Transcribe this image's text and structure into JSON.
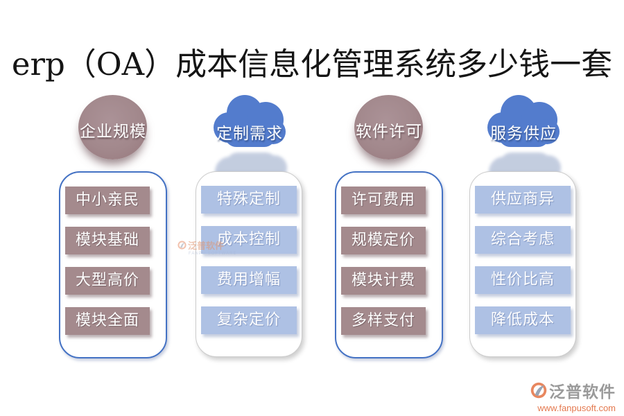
{
  "title": {
    "text": "erp（OA）成本信息化管理系统多少钱一套",
    "color": "#151515"
  },
  "colors": {
    "header_circle": "#a2888c",
    "cloud_blue": "#537ccd",
    "item_mauve": "#a48a8d",
    "item_light_blue": "#aec1e4",
    "panel_border_blue": "#4472c4",
    "panel_border_gray": "#cccccc",
    "watermark_orange": "#e0956f",
    "logo_gray": "#9a9a9a",
    "logo_orange": "#e4794f"
  },
  "columns": [
    {
      "header": {
        "label": "企业规模",
        "shape": "circle"
      },
      "panel_style": "blue-border",
      "items": [
        "中小亲民",
        "模块基础",
        "大型高价",
        "模块全面"
      ]
    },
    {
      "header": {
        "label": "定制需求",
        "shape": "cloud"
      },
      "panel_style": "gray-border",
      "items": [
        "特殊定制",
        "成本控制",
        "费用增幅",
        "复杂定价"
      ]
    },
    {
      "header": {
        "label": "软件许可",
        "shape": "circle"
      },
      "panel_style": "blue-border",
      "items": [
        "许可费用",
        "规模定价",
        "模块计费",
        "多样支付"
      ]
    },
    {
      "header": {
        "label": "服务供应",
        "shape": "cloud"
      },
      "panel_style": "gray-border",
      "items": [
        "供应商异",
        "综合考虑",
        "性价比高",
        "降低成本"
      ]
    }
  ],
  "watermark": {
    "text": "泛普软件",
    "subtext": "FANPU SOFTWARE"
  },
  "logo": {
    "name": "泛普软件",
    "url": "www.fanpusoft.com"
  }
}
